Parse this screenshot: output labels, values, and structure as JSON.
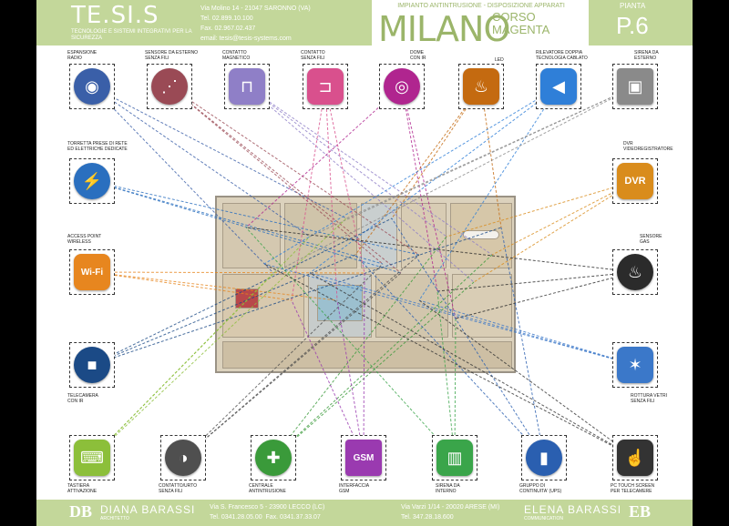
{
  "header": {
    "brand": "TE.SI.S",
    "tagline": "TECNOLOGIE E SISTEMI INTEGRATIVI PER LA SICUREZZA",
    "address": "Via Molino 14 - 21047 SARONNO (VA)\nTel. 02.899.10.100\nFax. 02.967.02.437\nemail: tesis@tesis-systems.com",
    "project": "IMPIANTO ANTINTRUSIONE - DISPOSIZIONE APPARATI",
    "city": "MILANO",
    "street": "CORSO\nMAGENTA",
    "plan_label": "PIANTA",
    "plan_number": "P.6"
  },
  "footer": {
    "left_logo": "DB",
    "left_name": "DIANA BARASSI",
    "left_role": "ARCHITETTO",
    "left_address": "Via S. Francesco 5 - 23900 LECCO (LC)\nTel. 0341.28.05.00  Fax. 0341.37.33.07",
    "right_address": "Via Varzi 1/14 - 20020 ARESE (MI)\nTel. 347.28.18.600",
    "right_name": "ELENA BARASSI",
    "right_role": "COMMUNICATION",
    "right_logo": "EB"
  },
  "devices": [
    {
      "id": "espansione",
      "label": "ESPANSIONE\nRADIO",
      "icon": "headphones-radio-icon",
      "glyph": "◉",
      "color": "#3a5fa8"
    },
    {
      "id": "sensore-esterno",
      "label": "SENSORE DA ESTERNO\nSENZA FILI",
      "icon": "outdoor-sensor-icon",
      "glyph": "⋰",
      "color": "#9a4a55"
    },
    {
      "id": "contatto-magnetico",
      "label": "CONTATTO\nMAGNETICO",
      "icon": "magnetic-contact-icon",
      "glyph": "⊓",
      "color": "#8f7fc7"
    },
    {
      "id": "contatto-senza-fili",
      "label": "CONTATTO\nSENZA FILI",
      "icon": "wireless-contact-icon",
      "glyph": "⊐",
      "color": "#d9508d"
    },
    {
      "id": "dome",
      "label": "DOME\nCON IR",
      "icon": "dome-camera-icon",
      "glyph": "◎",
      "color": "#b0258f"
    },
    {
      "id": "led",
      "label": "LED",
      "icon": "led-alarm-icon",
      "glyph": "♨",
      "color": "#c46a10"
    },
    {
      "id": "rilevatore",
      "label": "RILEVATORE DOPPIA\nTECNOLOGIA CABLATO",
      "icon": "dual-tech-detector-icon",
      "glyph": "◀",
      "color": "#2f7fd8"
    },
    {
      "id": "sirena-esterno",
      "label": "SIRENA DA\nESTERNO",
      "icon": "outdoor-siren-icon",
      "glyph": "▣",
      "color": "#8a8a8a"
    },
    {
      "id": "torretta",
      "label": "TORRETTA PRESE DI RETE\nED ELETTRICHE DEDICATE",
      "icon": "power-socket-icon",
      "glyph": "⚡",
      "color": "#2a6fbf"
    },
    {
      "id": "dvr",
      "label": "DVR\nVIDEOREGISTRATORE",
      "icon": "dvr-icon",
      "glyph": "DVR",
      "color": "#d98c1c"
    },
    {
      "id": "access-point",
      "label": "ACCESS POINT\nWIRELESS",
      "icon": "wifi-icon",
      "glyph": "Wi-Fi",
      "color": "#e7861f"
    },
    {
      "id": "sensore-gas",
      "label": "SENSORE\nGAS",
      "icon": "gas-flame-icon",
      "glyph": "♨",
      "color": "#2b2b2b"
    },
    {
      "id": "telecamera",
      "label": "TELECAMERA\nCON IR",
      "icon": "video-camera-icon",
      "glyph": "■",
      "color": "#1b4a86"
    },
    {
      "id": "rottura-vetri",
      "label": "ROTTURA VETRI\nSENZA FILI",
      "icon": "glass-break-icon",
      "glyph": "✶",
      "color": "#3b78c9"
    },
    {
      "id": "tastiera",
      "label": "TASTIERA\nATTIVAZIONE",
      "icon": "keypad-icon",
      "glyph": "⌨",
      "color": "#8cbf3a"
    },
    {
      "id": "contatto-urto",
      "label": "CONTATTO/URTO\nSENZA FILI",
      "icon": "shock-contact-icon",
      "glyph": "◑",
      "color": "#4f4f4f"
    },
    {
      "id": "centrale",
      "label": "CENTRALE\nANTINTRUSIONE",
      "icon": "control-panel-icon",
      "glyph": "✚",
      "color": "#3a9a3a"
    },
    {
      "id": "gsm",
      "label": "INTERFACCIA\nGSM",
      "icon": "gsm-interface-icon",
      "glyph": "GSM",
      "color": "#9a3ab0"
    },
    {
      "id": "sirena-interno",
      "label": "SIRENA DA\nINTERNO",
      "icon": "indoor-siren-icon",
      "glyph": "▥",
      "color": "#3aa54a"
    },
    {
      "id": "ups",
      "label": "GRUPPO DI\nCONTINUITA' (UPS)",
      "icon": "ups-battery-icon",
      "glyph": "▮",
      "color": "#2a5fb0"
    },
    {
      "id": "touch",
      "label": "PC TOUCH SCREEN\nPER TELECAMERE",
      "icon": "touch-screen-icon",
      "glyph": "☝",
      "color": "#333333"
    }
  ]
}
